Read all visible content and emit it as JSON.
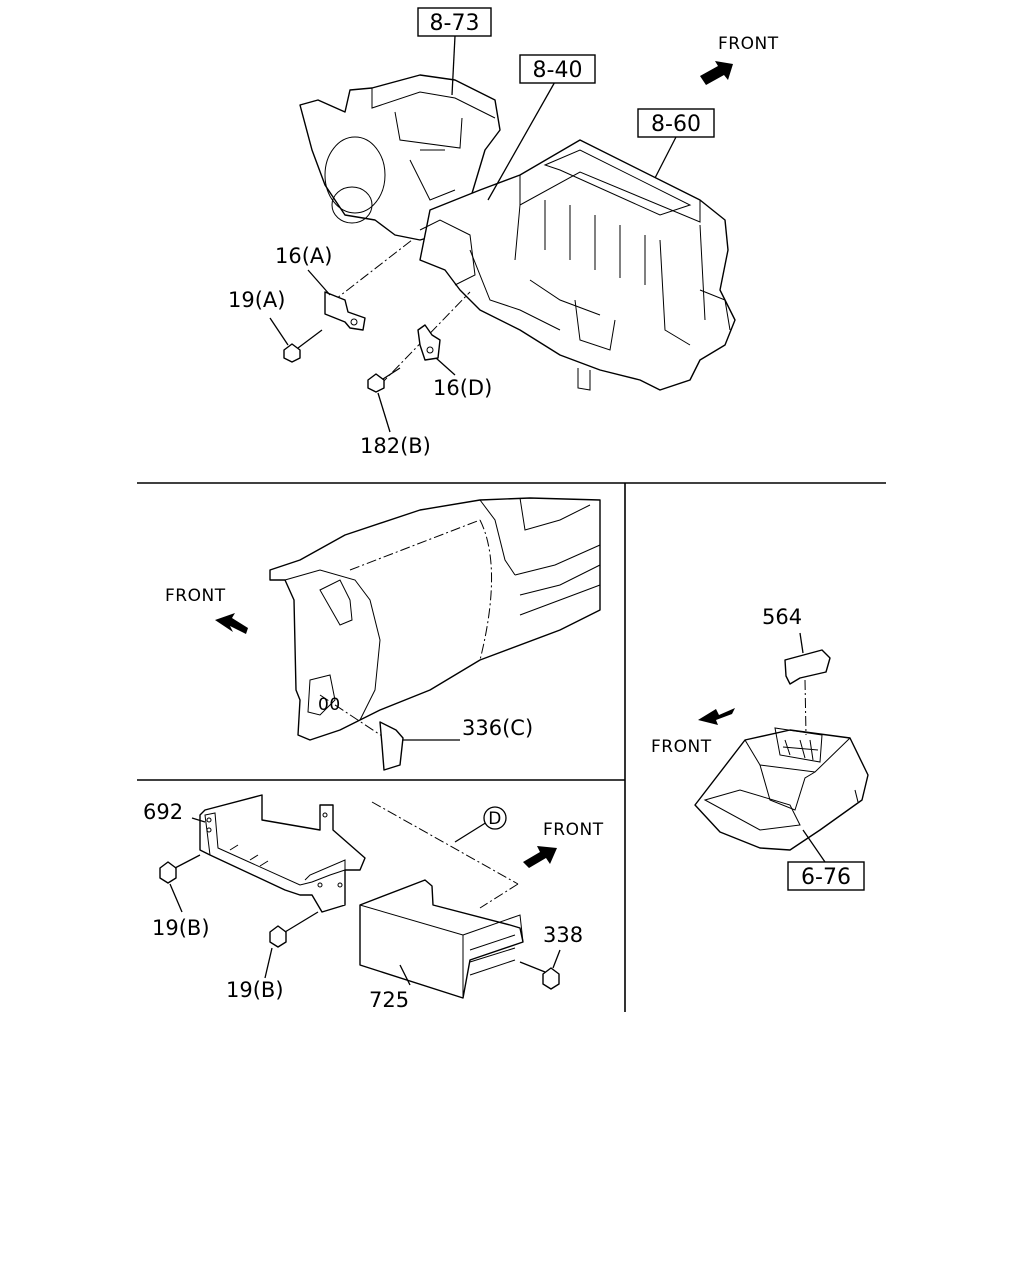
{
  "boxed_refs": [
    {
      "id": "ref-8-73",
      "text": "8-73"
    },
    {
      "id": "ref-8-40",
      "text": "8-40"
    },
    {
      "id": "ref-8-60",
      "text": "8-60"
    },
    {
      "id": "ref-6-76",
      "text": "6-76"
    }
  ],
  "labels": {
    "l16a": "16(A)",
    "l19a": "19(A)",
    "l16d": "16(D)",
    "l182b": "182(B)",
    "l336c": "336(C)",
    "l564": "564",
    "l692": "692",
    "l19b1": "19(B)",
    "l19b2": "19(B)",
    "l725": "725",
    "l338": "338",
    "circD": "D"
  },
  "front_label": "FRONT"
}
